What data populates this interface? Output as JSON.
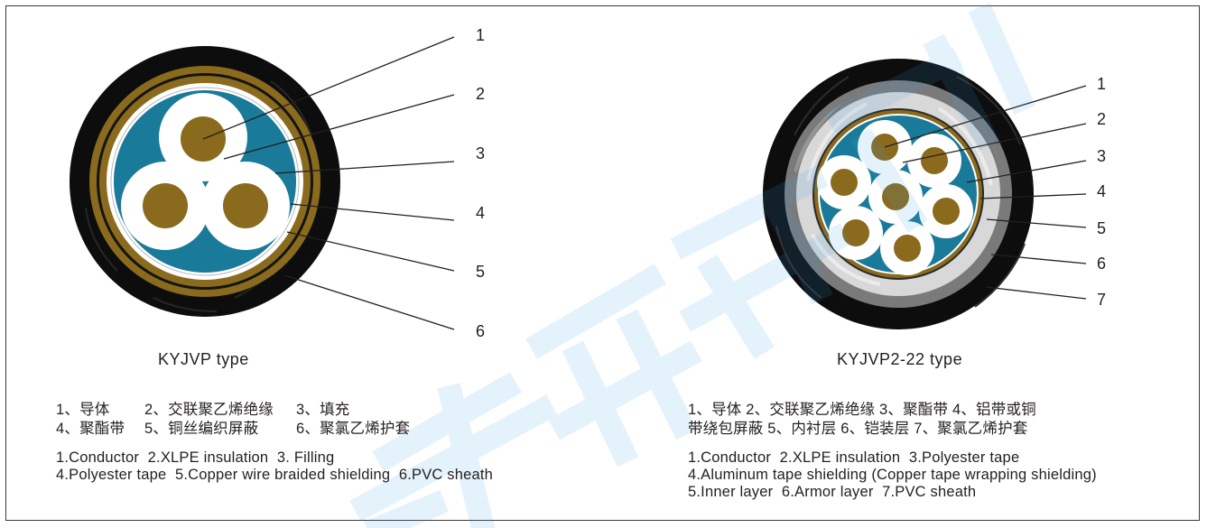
{
  "left_panel": {
    "caption": "KYJVP type",
    "callouts": [
      "1",
      "2",
      "3",
      "4",
      "5",
      "6"
    ],
    "legend_cn": [
      [
        "1、导体",
        "2、交联聚乙烯绝缘",
        "3、填充"
      ],
      [
        "4、聚酯带",
        "5、铜丝编织屏蔽",
        "6、聚氯乙烯护套"
      ]
    ],
    "legend_en": [
      "1.Conductor  2.XLPE insulation  3. Filling",
      "4.Polyester tape  5.Copper wire braided shielding  6.PVC sheath"
    ]
  },
  "right_panel": {
    "caption": "KYJVP2-22 type",
    "callouts": [
      "1",
      "2",
      "3",
      "4",
      "5",
      "6",
      "7"
    ],
    "legend_cn": [
      "1、导体 2、交联聚乙烯绝缘 3、聚酯带 4、铝带或铜",
      "带绕包屏蔽 5、内衬层 6、铠装层 7、聚氯乙烯护套"
    ],
    "legend_en": [
      "1.Conductor  2.XLPE insulation  3.Polyester tape",
      "4.Aluminum tape shielding (Copper tape wrapping shielding)",
      "5.Inner layer  6.Armor layer  7.PVC sheath"
    ]
  },
  "colors": {
    "sheath": "#0d0d0d",
    "braid": "#8a6a1c",
    "filling": "#1a7a99",
    "conductor": "#8a6a1c",
    "insulation": "#ffffff",
    "inner_layer": "#d4d4d4",
    "armor": "#888888",
    "watermark": "#3aa0e8"
  }
}
